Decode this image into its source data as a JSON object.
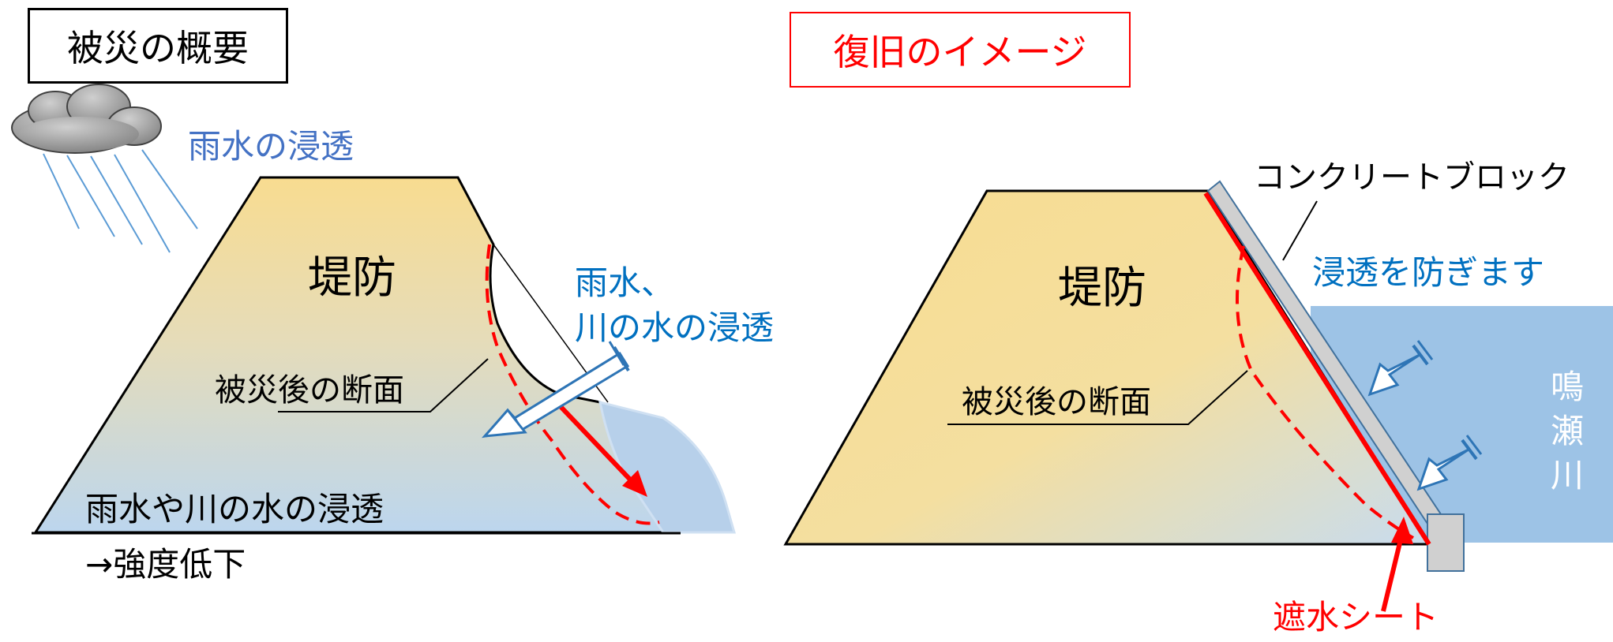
{
  "left_panel": {
    "title": "被災の概要",
    "rain_label": "雨水の浸透",
    "embankment_label": "堤防",
    "section_label": "被災後の断面",
    "infiltration_label_line1": "雨水、",
    "infiltration_label_line2": "川の水の浸透",
    "caption_line1": "雨水や川の水の浸透",
    "caption_line2": "→強度低下"
  },
  "right_panel": {
    "title": "復旧のイメージ",
    "embankment_label": "堤防",
    "section_label": "被災後の断面",
    "block_label": "コンクリートブロック",
    "prevent_label": "浸透を防ぎます",
    "river_name": [
      "鳴",
      "瀬",
      "川"
    ],
    "sheet_label": "遮水シート"
  },
  "colors": {
    "embankment_top": "#f8dc90",
    "embankment_bottom": "#bcd6ee",
    "water": "#9dc3e6",
    "red": "#ff0000",
    "blue_text": "#0070c0",
    "rain_text": "#4472c4",
    "block": "#d0d0d0",
    "block_stroke": "#41719c"
  }
}
